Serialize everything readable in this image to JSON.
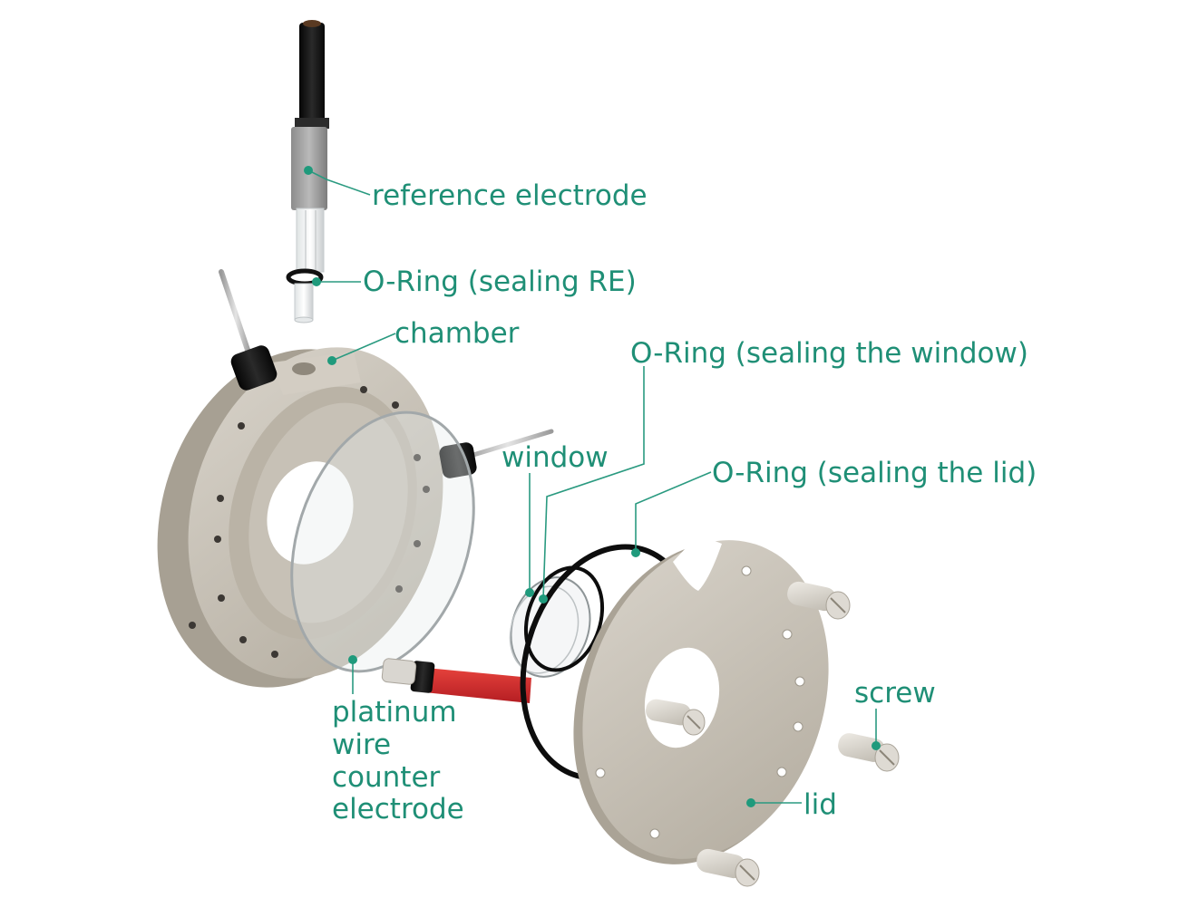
{
  "colors": {
    "label": "#1f8f76",
    "leader": "#2a9a80",
    "part_body": "#c9c3b8",
    "part_shadow": "#a9a296",
    "part_light": "#ddd8cf",
    "oring": "#111111",
    "glass": "#9ea4a6",
    "tube_red": "#d3262b",
    "knob_black": "#1b1b1b"
  },
  "labels": {
    "reference_electrode": "reference electrode",
    "oring_re": "O-Ring (sealing RE)",
    "chamber": "chamber",
    "oring_window": "O-Ring (sealing the window)",
    "window": "window",
    "oring_lid": "O-Ring (sealing the lid)",
    "screw": "screw",
    "lid": "lid",
    "counter_electrode": [
      "platinum",
      "wire",
      "counter",
      "electrode"
    ]
  }
}
